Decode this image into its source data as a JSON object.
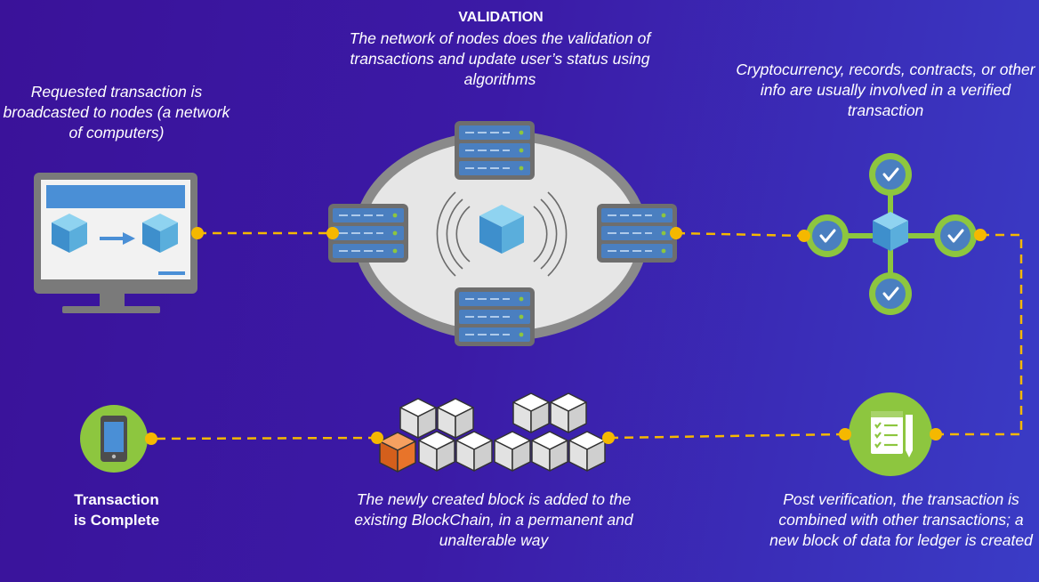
{
  "validation": {
    "title": "VALIDATION",
    "text": "The network of nodes does the validation of transactions and update user’s status using algorithms"
  },
  "step1": {
    "text": "Requested transaction is broadcasted to nodes (a network of computers)"
  },
  "step3": {
    "text": "Cryptocurrency, records, contracts, or other info are usually involved in a verified transaction"
  },
  "step4": {
    "text": "Post verification, the transaction is combined with other transactions; a new block of data for ledger is created"
  },
  "step5": {
    "text": "The newly created block is added to the existing BlockChain, in a permanent and unalterable way"
  },
  "step6": {
    "title": "Transaction is Complete"
  },
  "colors": {
    "background": "#3b1aa6",
    "connector": "#f5b800",
    "green": "#8dc63f",
    "cube": "#5aaedc",
    "server": "#4a7fc0",
    "orange_block": "#e8742a"
  },
  "icons": [
    "monitor-icon",
    "server-icon",
    "cube-icon",
    "check-icon",
    "clipboard-icon",
    "smartphone-icon",
    "blockchain-icon"
  ]
}
